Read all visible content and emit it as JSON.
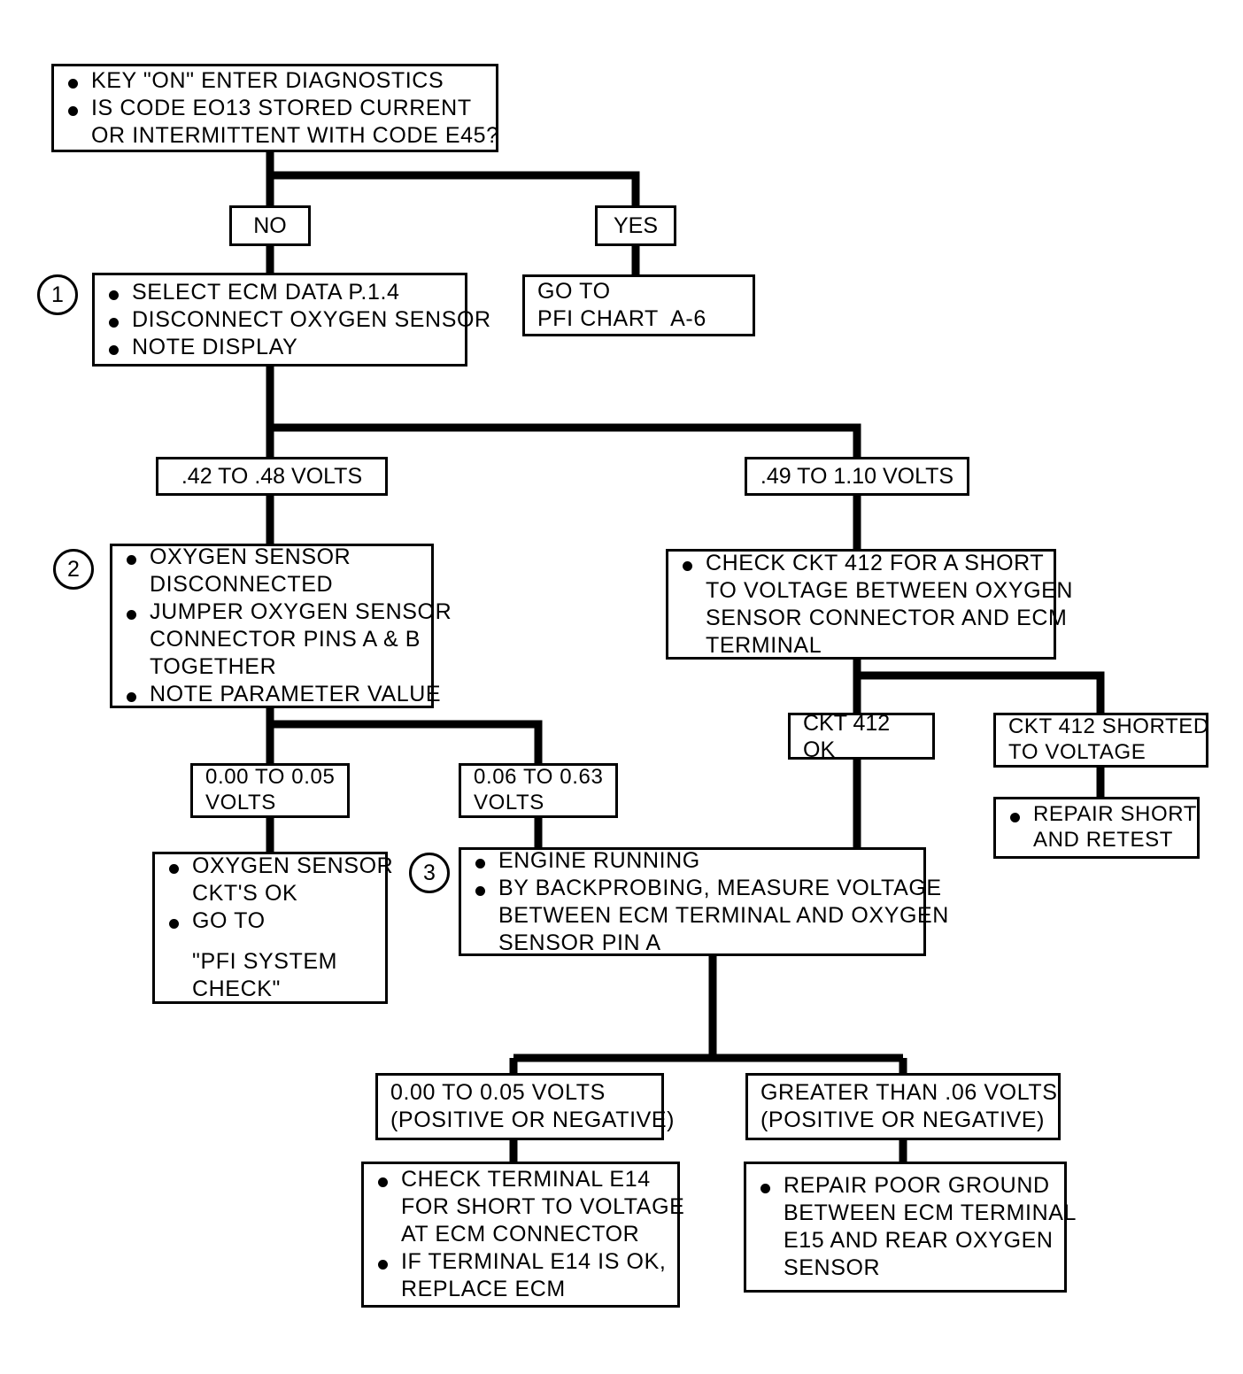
{
  "document": {
    "kind": "automotive-diagnostic-flowchart",
    "ink_color": "#000000",
    "paper_color": "#ffffff"
  },
  "nodes": {
    "start": {
      "name": "start-question",
      "lines": [
        {
          "bullet": true,
          "text": "KEY \"ON\" ENTER DIAGNOSTICS"
        },
        {
          "bullet": true,
          "text": "IS CODE EO13 STORED CURRENT"
        },
        {
          "bullet": false,
          "text": "OR INTERMITTENT WITH CODE E45?"
        }
      ]
    },
    "no_branch": {
      "name": "branch-no",
      "text": "NO"
    },
    "yes_branch": {
      "name": "branch-yes",
      "text": "YES"
    },
    "goto_pfi_a6": {
      "name": "goto-pfi-chart-a6",
      "lines": [
        {
          "bullet": false,
          "text": "GO TO"
        },
        {
          "bullet": false,
          "text": "PFI CHART  A-6"
        }
      ]
    },
    "step1": {
      "name": "step-1-action",
      "marker": "1",
      "lines": [
        {
          "bullet": true,
          "text": "SELECT ECM DATA P.1.4"
        },
        {
          "bullet": true,
          "text": "DISCONNECT OXYGEN SENSOR"
        },
        {
          "bullet": true,
          "text": "NOTE DISPLAY"
        }
      ]
    },
    "range_42_48": {
      "name": "range-042-to-048-volts",
      "text": ".42 TO .48 VOLTS"
    },
    "range_49_110": {
      "name": "range-049-to-110-volts",
      "text": ".49 TO 1.10 VOLTS"
    },
    "step2": {
      "name": "step-2-action",
      "marker": "2",
      "lines": [
        {
          "bullet": true,
          "text": "OXYGEN SENSOR"
        },
        {
          "bullet": false,
          "text": "DISCONNECTED"
        },
        {
          "bullet": true,
          "text": "JUMPER OXYGEN SENSOR"
        },
        {
          "bullet": false,
          "text": "CONNECTOR PINS A & B"
        },
        {
          "bullet": false,
          "text": "TOGETHER"
        },
        {
          "bullet": true,
          "text": "NOTE PARAMETER VALUE"
        }
      ]
    },
    "check_ckt412": {
      "name": "check-ckt-412-short",
      "lines": [
        {
          "bullet": true,
          "text": "CHECK CKT 412 FOR A SHORT"
        },
        {
          "bullet": false,
          "text": "TO VOLTAGE BETWEEN OXYGEN"
        },
        {
          "bullet": false,
          "text": "SENSOR CONNECTOR AND ECM"
        },
        {
          "bullet": false,
          "text": "TERMINAL"
        }
      ]
    },
    "ckt412_ok": {
      "name": "result-ckt-412-ok",
      "text": "CKT 412 OK"
    },
    "ckt412_shorted": {
      "name": "result-ckt-412-shorted",
      "lines": [
        {
          "bullet": false,
          "text": "CKT 412 SHORTED"
        },
        {
          "bullet": false,
          "text": "TO VOLTAGE"
        }
      ]
    },
    "repair_short": {
      "name": "repair-short-and-retest",
      "lines": [
        {
          "bullet": true,
          "text": "REPAIR SHORT"
        },
        {
          "bullet": false,
          "text": "AND RETEST"
        }
      ]
    },
    "range_000_005_a": {
      "name": "range-000-to-005-volts",
      "lines": [
        {
          "bullet": false,
          "text": "0.00 TO 0.05"
        },
        {
          "bullet": false,
          "text": "VOLTS"
        }
      ]
    },
    "range_006_063": {
      "name": "range-006-to-063-volts",
      "lines": [
        {
          "bullet": false,
          "text": "0.06 TO 0.63"
        },
        {
          "bullet": false,
          "text": "VOLTS"
        }
      ]
    },
    "sensor_ckts_ok": {
      "name": "oxygen-sensor-ckts-ok",
      "lines": [
        {
          "bullet": true,
          "text": "OXYGEN SENSOR"
        },
        {
          "bullet": false,
          "text": "CKT'S OK"
        },
        {
          "bullet": true,
          "text": "GO TO"
        },
        {
          "bullet": false,
          "text": ""
        },
        {
          "bullet": false,
          "text": "\"PFI SYSTEM"
        },
        {
          "bullet": false,
          "text": "CHECK\""
        }
      ]
    },
    "step3": {
      "name": "step-3-action",
      "marker": "3",
      "lines": [
        {
          "bullet": true,
          "text": "ENGINE RUNNING"
        },
        {
          "bullet": true,
          "text": "BY BACKPROBING, MEASURE VOLTAGE"
        },
        {
          "bullet": false,
          "text": "BETWEEN ECM TERMINAL AND OXYGEN"
        },
        {
          "bullet": false,
          "text": "SENSOR PIN A"
        }
      ]
    },
    "range_000_005_b": {
      "name": "range-000-to-005-volts-signed",
      "lines": [
        {
          "bullet": false,
          "text": "0.00 TO 0.05 VOLTS"
        },
        {
          "bullet": false,
          "text": "(POSITIVE OR NEGATIVE)"
        }
      ]
    },
    "range_gt_006": {
      "name": "range-greater-than-006-volts-signed",
      "lines": [
        {
          "bullet": false,
          "text": "GREATER THAN .06 VOLTS"
        },
        {
          "bullet": false,
          "text": "(POSITIVE OR NEGATIVE)"
        }
      ]
    },
    "check_e14": {
      "name": "check-terminal-e14",
      "lines": [
        {
          "bullet": true,
          "text": "CHECK TERMINAL E14"
        },
        {
          "bullet": false,
          "text": "FOR SHORT TO VOLTAGE"
        },
        {
          "bullet": false,
          "text": "AT ECM CONNECTOR"
        },
        {
          "bullet": true,
          "text": "IF TERMINAL E14 IS OK,"
        },
        {
          "bullet": false,
          "text": "REPLACE ECM"
        }
      ]
    },
    "repair_ground": {
      "name": "repair-poor-ground",
      "lines": [
        {
          "bullet": true,
          "text": "REPAIR POOR GROUND"
        },
        {
          "bullet": false,
          "text": "BETWEEN ECM TERMINAL"
        },
        {
          "bullet": false,
          "text": "E15 AND REAR OXYGEN"
        },
        {
          "bullet": false,
          "text": "SENSOR"
        }
      ]
    }
  }
}
